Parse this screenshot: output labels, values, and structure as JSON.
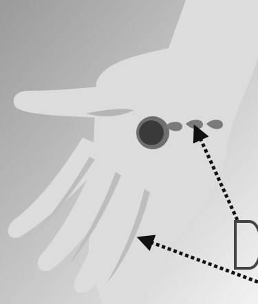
{
  "background": {
    "gradient_start": "#9a9a9a",
    "gradient_end": "#f2f2f2"
  },
  "hand": {
    "fill": "#dcdcdc",
    "shadow_color": "#bdbdbd",
    "crease_color": "#b5b5b5"
  },
  "lesion": {
    "outer_color": "#6e6e6e",
    "core_color": "#3a3a3a",
    "drop_color": "#7a7a7a",
    "drop_count": 3
  },
  "arrows": {
    "color": "#111111",
    "count": 2
  },
  "callout_letter": {
    "glyph": "D",
    "stroke_color": "#444444"
  }
}
